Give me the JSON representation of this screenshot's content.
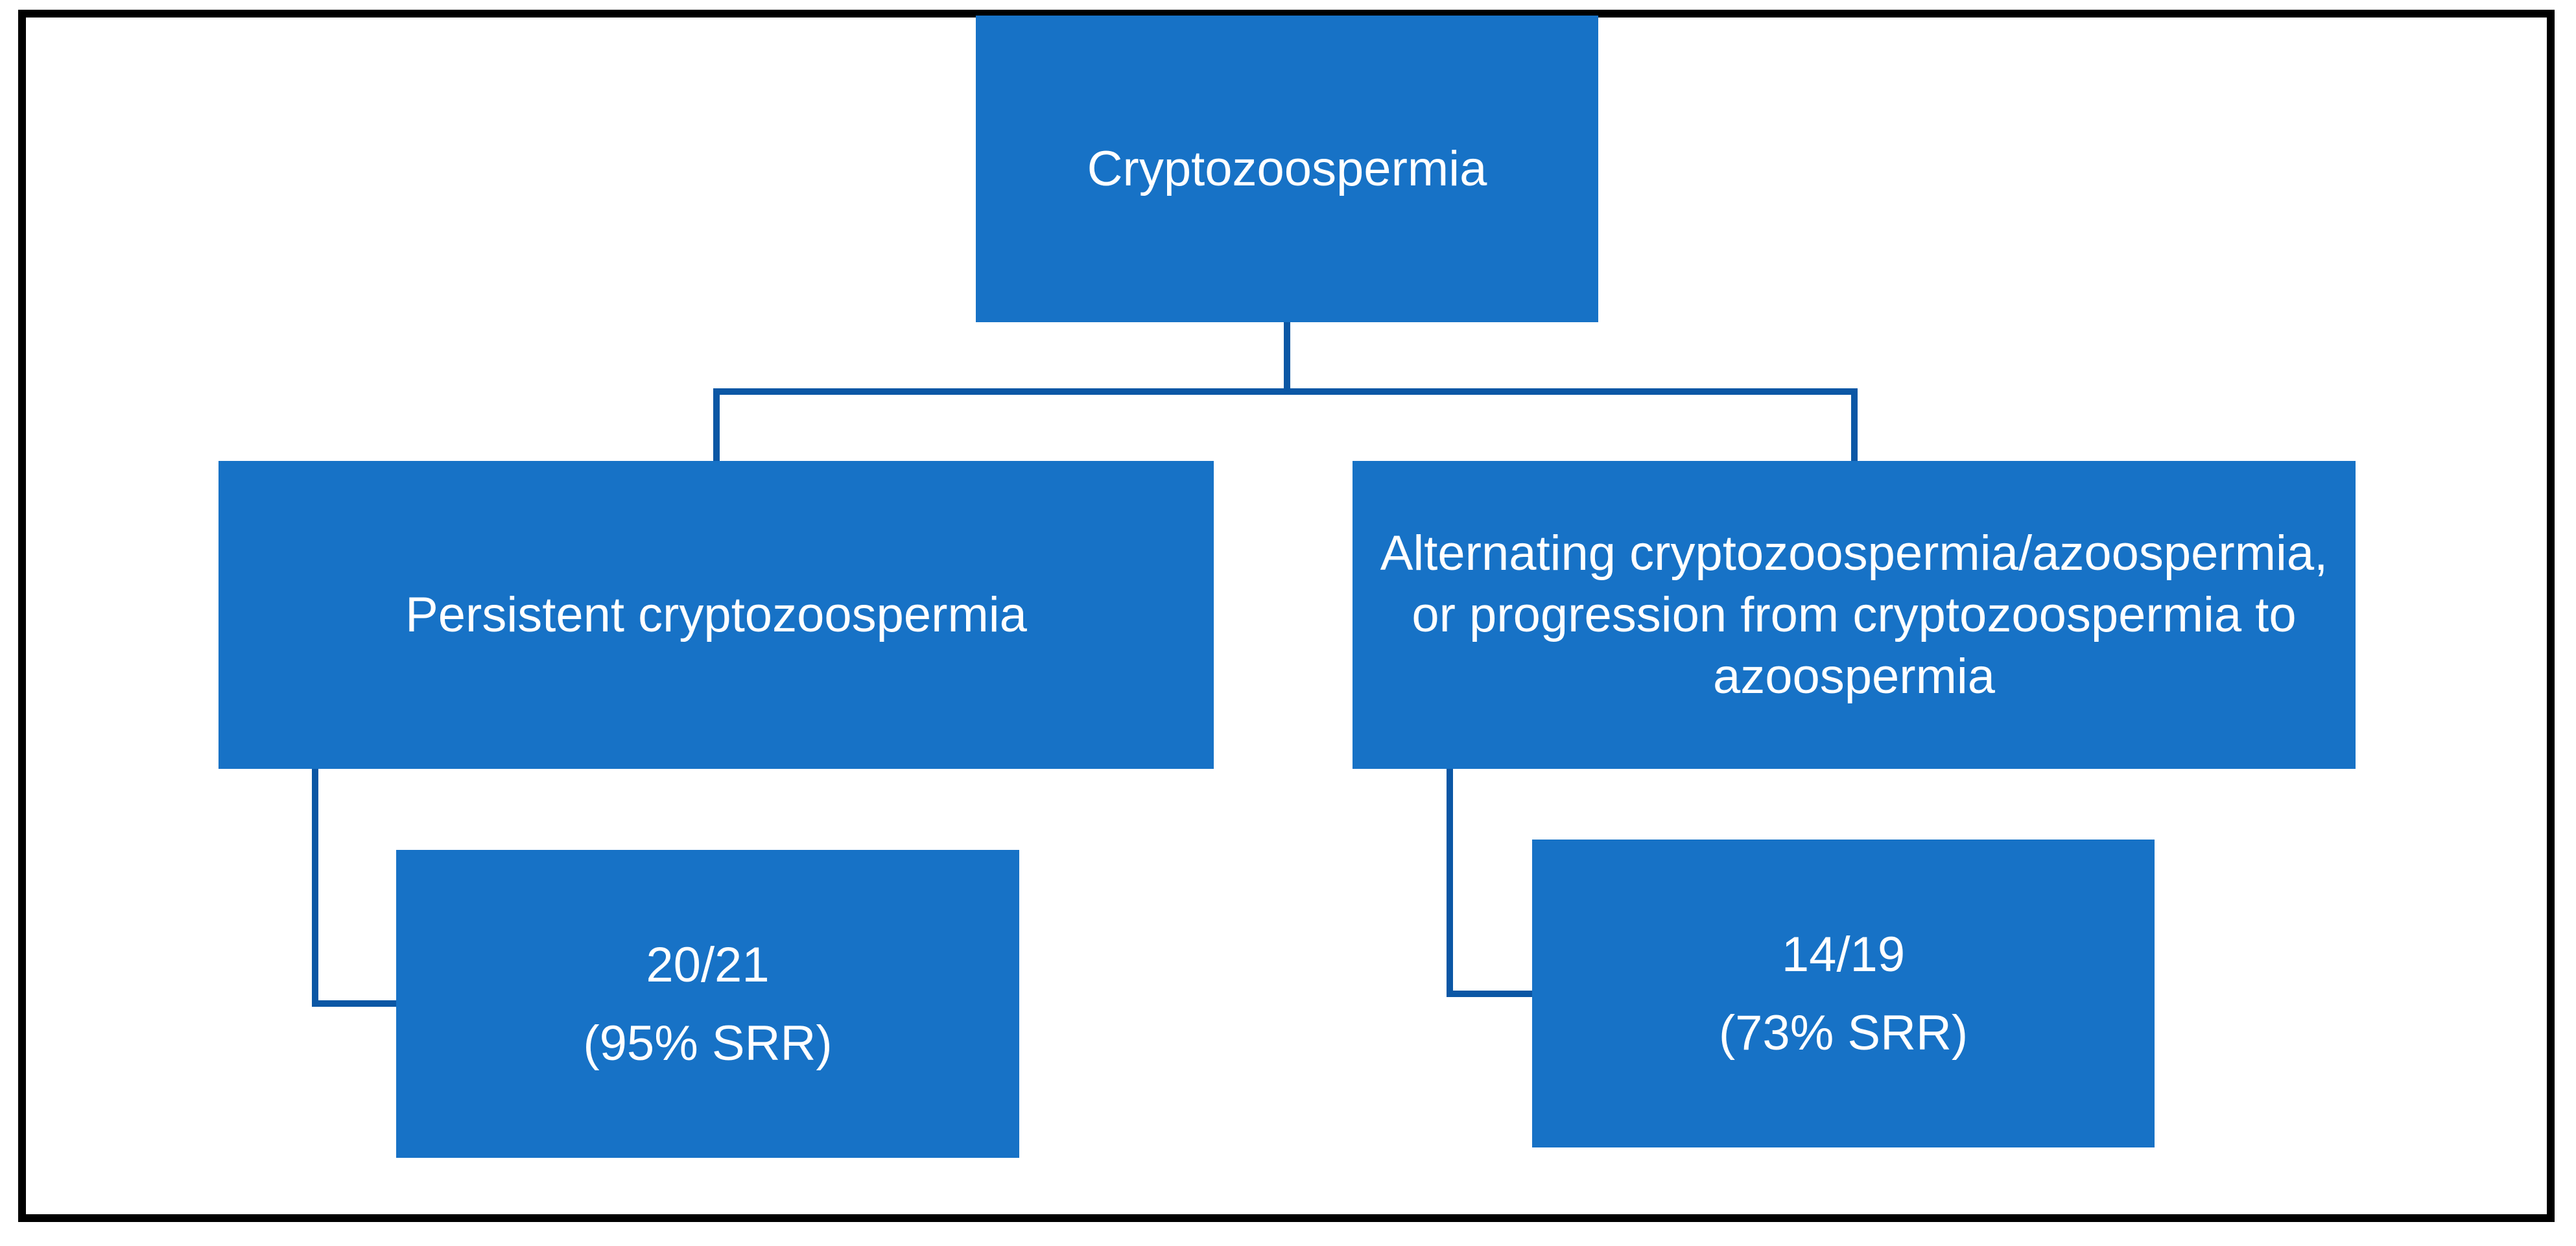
{
  "colors": {
    "background": "#FFFFFF",
    "node_fill": "#1772C6",
    "connector": "#0B57A5",
    "frame_border": "#000000",
    "node_text": "#FFFFFF"
  },
  "nodes": {
    "root": {
      "label": "Cryptozoospermia"
    },
    "left_branch": {
      "label": "Persistent cryptozoospermia"
    },
    "right_branch": {
      "label": "Alternating cryptozoospermia/azoospermia, or progression from cryptozoospermia to azoospermia",
      "lines": [
        "Alternating cryptozoospermia/azoospermia,",
        "or progression from cryptozoospermia to",
        "azoospermia"
      ]
    },
    "left_result": {
      "value": "20/21",
      "srr": "(95% SRR)"
    },
    "right_result": {
      "value": "14/19",
      "srr": "(73% SRR)"
    }
  },
  "edges": [
    {
      "from": "root",
      "to": "left_branch",
      "type": "elbow"
    },
    {
      "from": "root",
      "to": "right_branch",
      "type": "elbow"
    },
    {
      "from": "left_branch",
      "to": "left_result",
      "type": "elbow"
    },
    {
      "from": "right_branch",
      "to": "right_result",
      "type": "elbow"
    }
  ]
}
